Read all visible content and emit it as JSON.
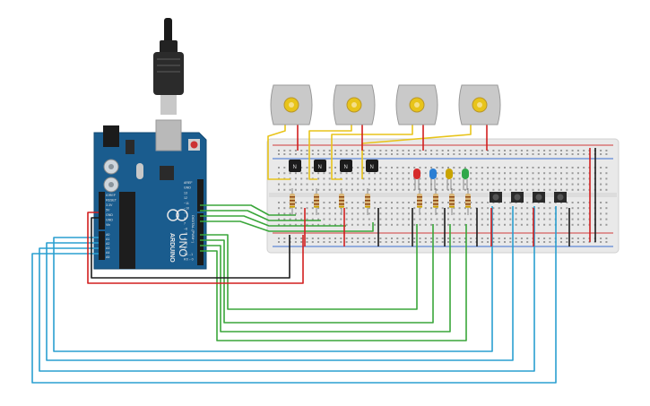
{
  "board": {
    "brand": "ARDUINO",
    "model": "UNO",
    "digital_header": "DIGITAL (PWM~)",
    "power_pins": [
      "IOREF",
      "RESET",
      "3.3V",
      "5V",
      "GND",
      "GND",
      "Vin"
    ],
    "analog_pins": [
      "A0",
      "A1",
      "A2",
      "A3",
      "A4",
      "A5"
    ],
    "digital_pins": [
      "AREF",
      "GND",
      "13",
      "12",
      "~11",
      "~10",
      "~9",
      "8",
      "7",
      "~6",
      "~5",
      "4",
      "~3",
      "2",
      "TX→1",
      "RX←0"
    ],
    "usb_icon": "usb-plug-icon"
  },
  "motors": {
    "count": 4,
    "icon": "dc-motor-icon"
  },
  "transistors": {
    "count": 4,
    "label": "N"
  },
  "leds": {
    "colors": [
      "#d62b2b",
      "#2a7fd4",
      "#c9a400",
      "#2fa84a"
    ]
  },
  "buttons": {
    "count": 4,
    "icon": "pushbutton-icon"
  },
  "wire_colors": {
    "signal_motor": "#3aa63a",
    "signal_led": "#3aa63a",
    "button": "#2a9fd0",
    "power": "#d21f1f",
    "ground": "#1c1c1c",
    "motor_feed": "#e8c41a"
  }
}
